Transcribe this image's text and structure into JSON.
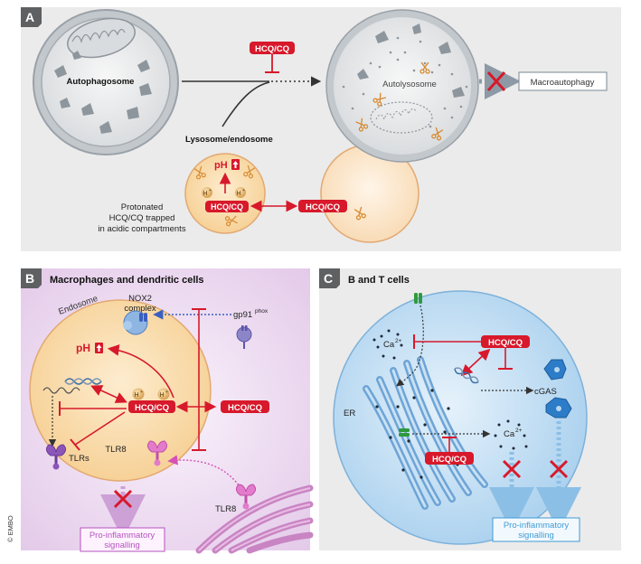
{
  "panels": {
    "a": {
      "letter": "A"
    },
    "b": {
      "letter": "B",
      "title": "Macrophages and dendritic cells"
    },
    "c": {
      "letter": "C",
      "title": "B and T cells"
    }
  },
  "drug": "HCQ/CQ",
  "panel_a": {
    "autophagosome": "Autophagosome",
    "autolysosome": "Autolysosome",
    "lysosome": "Lysosome/endosome",
    "macroautophagy": "Macroautophagy",
    "ph": "pH",
    "proton": "H",
    "protonated_line1": "Protonated",
    "protonated_line2": "HCQ/CQ trapped",
    "protonated_line3": "in acidic compartments"
  },
  "panel_b": {
    "nox2_line1": "NOX2",
    "nox2_line2": "complex",
    "endosome": "Endosome",
    "gp91": "gp91",
    "gp91_sup": "phox",
    "ph": "pH",
    "proton": "H",
    "tlrs": "TLRs",
    "tlr8_inner": "TLR8",
    "tlr8_outer": "TLR8",
    "output_line1": "Pro-inflammatory",
    "output_line2": "signalling"
  },
  "panel_c": {
    "ca": "Ca",
    "ca_sup": "2+",
    "er": "ER",
    "cgas": "cGAS",
    "output_line1": "Pro-inflammatory",
    "output_line2": "signalling"
  },
  "credit": "© EMBO",
  "colors": {
    "red": "#d7192b",
    "panel_bg": "#ebebeb",
    "header_gray": "#5f6062",
    "orange_fill": "#fbe3c6",
    "orange_stroke": "#e7a668",
    "cell_blue": "#b5d7ef",
    "er_blue": "#7fb0dd",
    "purple_bg": "#ecd9ef",
    "magenta": "#d650b8",
    "proinflam_purple": "#b653c0",
    "proinflam_blue": "#3f9bd6"
  }
}
